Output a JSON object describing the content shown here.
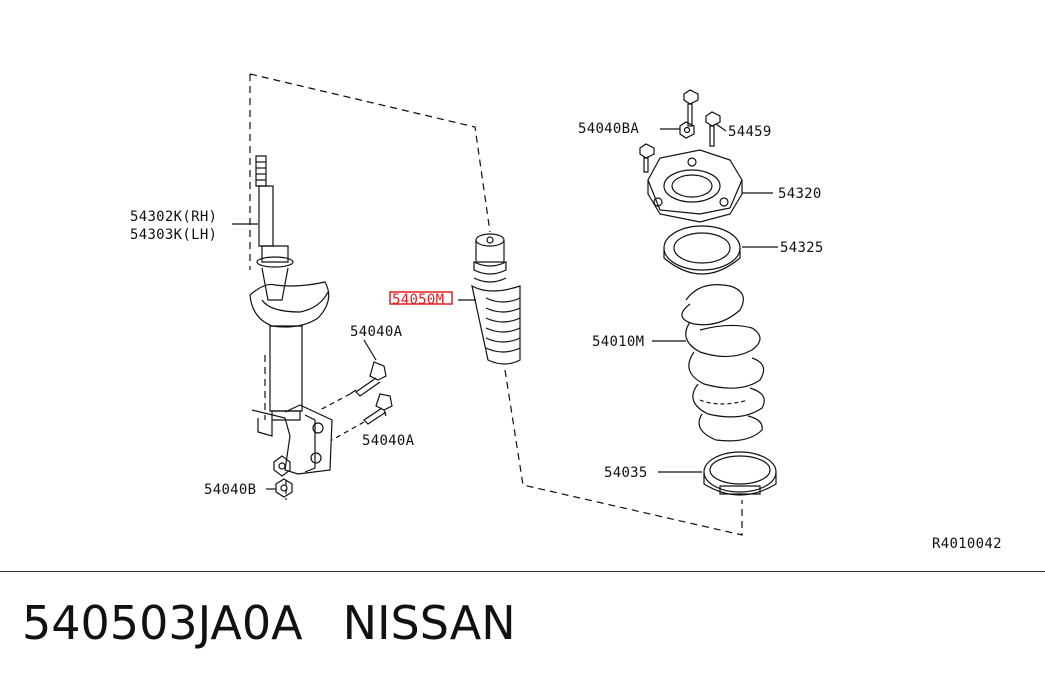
{
  "diagram": {
    "labels": {
      "strut": "54302K(RH)",
      "strut_lh": "54303K(LH)",
      "bound_bumper": "54050M",
      "bolt_upper": "54040A",
      "bolt_lower": "54040A",
      "nut_lower": "54040B",
      "nut_upper": "54040BA",
      "mount_bolt": "54459",
      "mount": "54320",
      "bearing": "54325",
      "spring": "54010M",
      "seat": "54035",
      "ref_code": "R4010042"
    },
    "highlight_color": "#e02020"
  },
  "caption": {
    "part_number": "540503JA0A",
    "brand": "NISSAN"
  }
}
